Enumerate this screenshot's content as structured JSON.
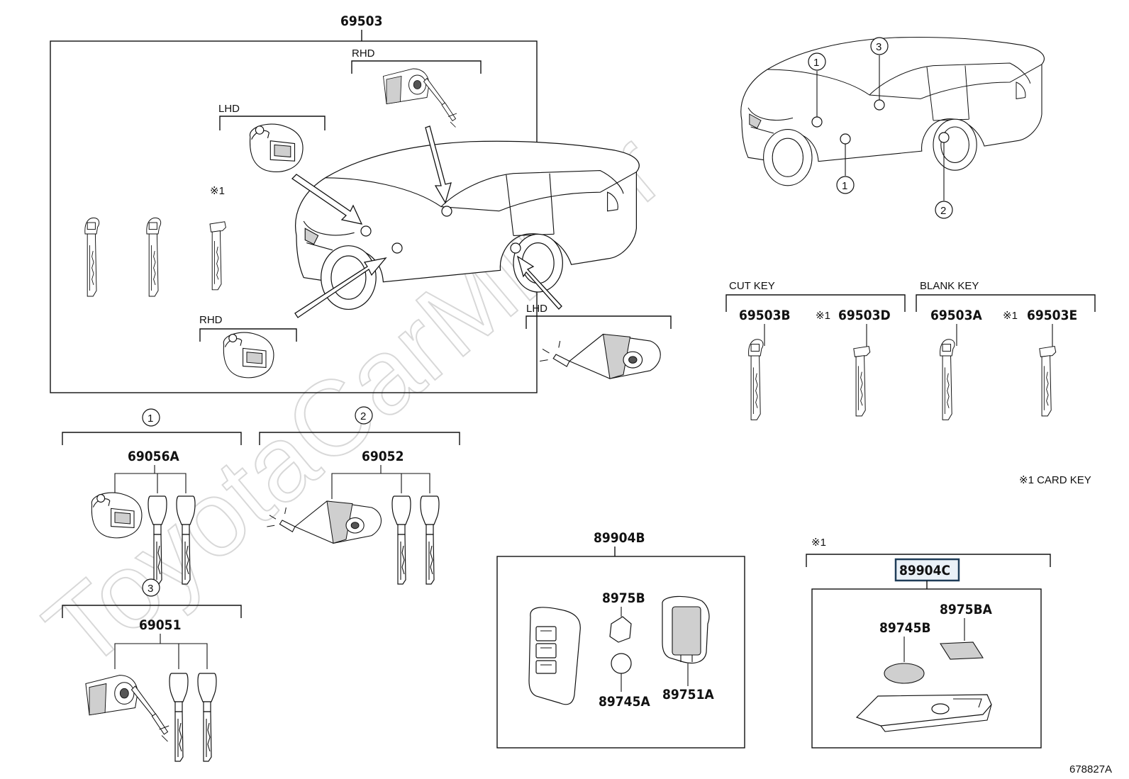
{
  "watermark": "ToyotaCarMirror",
  "figure_id": "678827A",
  "note": "※1 CARD KEY",
  "main_assembly": {
    "part_number": "69503",
    "labels": {
      "rhd_top": "RHD",
      "lhd_left": "LHD",
      "rhd_bottom": "RHD",
      "lhd_bottom": "LHD",
      "card_mark": "※1"
    }
  },
  "location_view": {
    "callouts": [
      "1",
      "3",
      "1",
      "2"
    ]
  },
  "cut_key": {
    "title": "CUT KEY",
    "parts": [
      {
        "pn": "69503B",
        "mark": ""
      },
      {
        "pn": "69503D",
        "mark": "※1"
      }
    ]
  },
  "blank_key": {
    "title": "BLANK KEY",
    "parts": [
      {
        "pn": "69503A",
        "mark": ""
      },
      {
        "pn": "69503E",
        "mark": "※1"
      }
    ]
  },
  "group1": {
    "callout": "1",
    "part_number": "69056A"
  },
  "group2": {
    "callout": "2",
    "part_number": "69052"
  },
  "group3": {
    "callout": "3",
    "part_number": "69051"
  },
  "transmitter": {
    "part_number": "89904B",
    "sub_parts": {
      "case": "8975B",
      "battery": "89745A",
      "cover": "89751A"
    }
  },
  "card_key": {
    "mark": "※1",
    "part_number": "89904C",
    "sub_parts": {
      "battery": "89745B",
      "plate": "8975BA"
    }
  }
}
